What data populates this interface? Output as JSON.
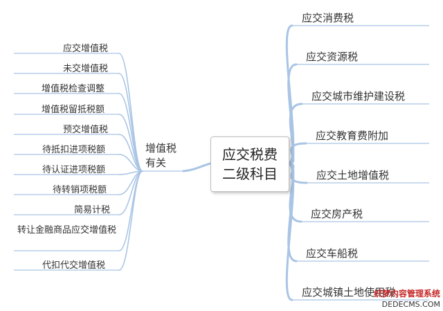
{
  "center": {
    "line1": "应交税费",
    "line2": "二级科目"
  },
  "middle": {
    "line1": "增值税",
    "line2": "有关"
  },
  "left_items": [
    "应交增值税",
    "未交增值税",
    "增值税检查调整",
    "增值税留抵税额",
    "预交增值税",
    "待抵扣进项税额",
    "待认证进项税额",
    "待转销项税额",
    "简易计税",
    "转让金融商品应交增值税",
    "代扣代交增值税"
  ],
  "right_items": [
    "应交消费税",
    "应交资源税",
    "应交城市维护建设税",
    "应交教育费附加",
    "应交土地增值税",
    "应交房产税",
    "应交车船税",
    "应交城镇土地使用税"
  ],
  "watermark": {
    "line1": "织梦内容管理系统",
    "line2": "DEDECMS.COM"
  },
  "colors": {
    "branch": "#a9c4e4",
    "underline": "#a9c4e4"
  }
}
